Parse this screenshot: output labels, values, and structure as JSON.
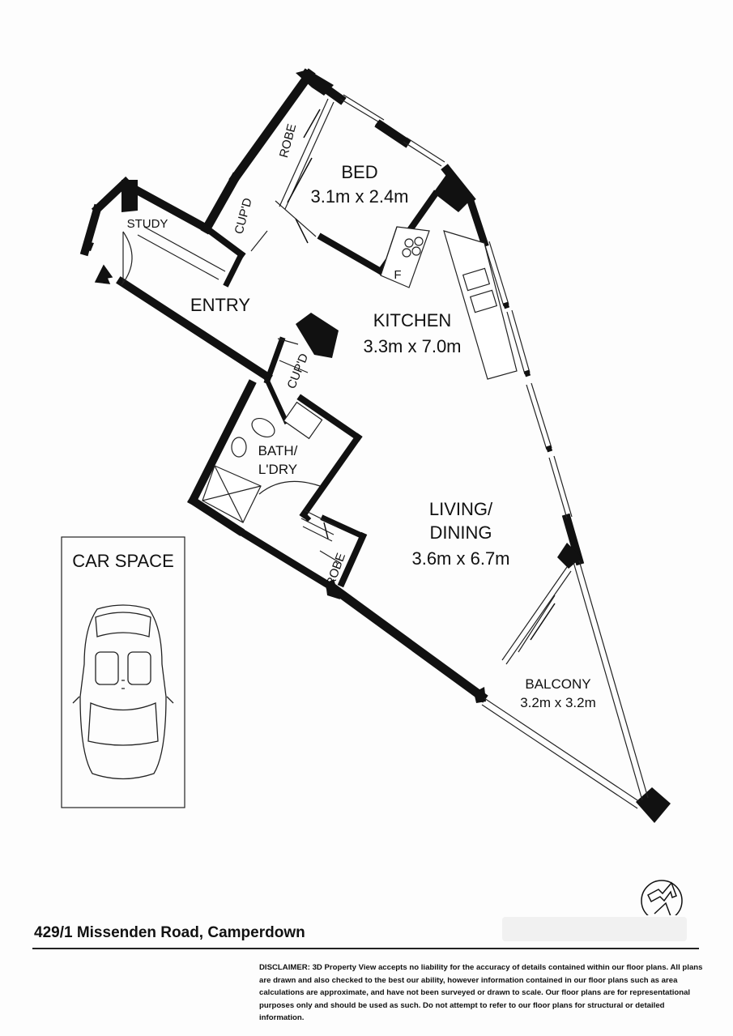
{
  "rooms": {
    "bed": {
      "name": "BED",
      "size": "3.1m x 2.4m"
    },
    "robe_bed": {
      "name": "ROBE"
    },
    "cupd_bed": {
      "name": "CUP'D"
    },
    "study": {
      "name": "STUDY"
    },
    "entry": {
      "name": "ENTRY"
    },
    "kitchen": {
      "name": "KITCHEN",
      "size": "3.3m x 7.0m",
      "fridge": "F"
    },
    "cupd_hall": {
      "name": "CUP'D"
    },
    "bath": {
      "line1": "BATH/",
      "line2": "L'DRY"
    },
    "robe_hall": {
      "name": "ROBE"
    },
    "living": {
      "line1": "LIVING/",
      "line2": "DINING",
      "size": "3.6m x 6.7m"
    },
    "balcony": {
      "name": "BALCONY",
      "size": "3.2m x 3.2m"
    },
    "car_space": {
      "name": "CAR SPACE"
    }
  },
  "compass": {
    "icon": "north-arrow-icon"
  },
  "footer": {
    "address": "429/1 Missenden Road, Camperdown",
    "disclaimer_label": "DISCLAIMER:",
    "disclaimer_text": "3D Property View accepts no liability for the accuracy of details contained within our floor plans. All plans are drawn and also checked to the best our ability, however information contained in our floor plans such as area calculations are approximate, and have not been surveyed or drawn to scale. Our floor plans are for representational purposes only and should be used as such. Do not attempt to refer to our floor plans for structural or detailed information."
  }
}
